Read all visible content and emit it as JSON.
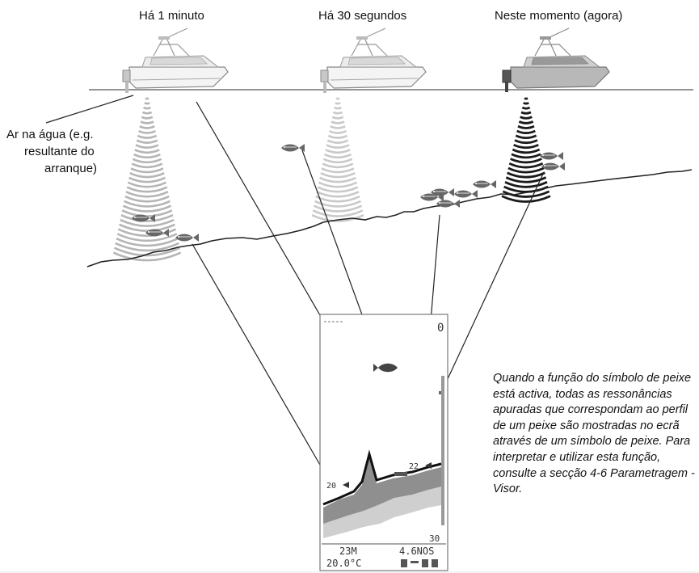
{
  "time_labels": {
    "one_minute": "Há 1 minuto",
    "thirty_seconds": "Há 30 segundos",
    "now": "Neste momento (agora)"
  },
  "air_label": {
    "line1": "Ar na água (e.g.",
    "line2": "resultante do",
    "line3": "arranque)"
  },
  "caption": "Quando a função do símbolo de peixe está activa, todas as ressonâncias apuradas que correspondam ao perfil de um peixe são mostradas no ecrã através de um símbolo de peixe. Para interpretar e utilizar esta função, consulte a secção 4-6 Parametragem - Visor.",
  "display": {
    "top_range": "0",
    "bottom_range": "30",
    "fish_depth_a": "20",
    "fish_depth_b": "22",
    "depth": "23M",
    "speed": "4.6NOS",
    "temperature": "20.0°C"
  }
}
